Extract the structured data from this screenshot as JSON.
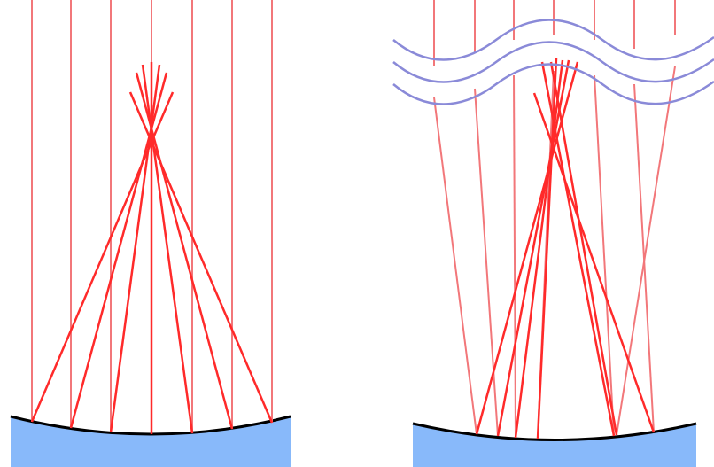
{
  "figure": {
    "panels": [
      {
        "id": "left",
        "condition": "undistorted"
      },
      {
        "id": "right",
        "condition": "wavefront-distortion"
      }
    ]
  },
  "colors": {
    "ray": "#ff2a2a",
    "incoming_ray": "#f2777a",
    "mirror_fill": "#88b9fa",
    "mirror_edge": "#000000",
    "wave": "#8a8ad8",
    "background": "#ffffff"
  }
}
